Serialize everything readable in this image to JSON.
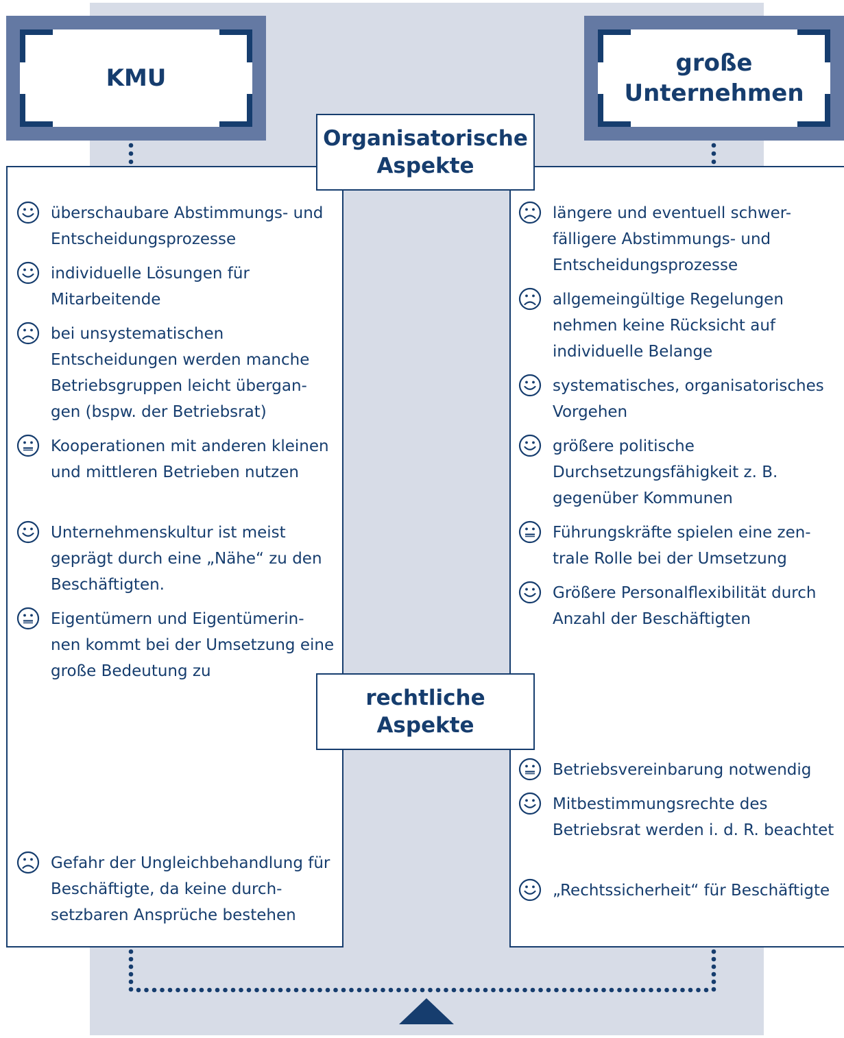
{
  "header_left": {
    "title": "KMU"
  },
  "header_right": {
    "title": "große\nUnternehmen"
  },
  "section_org": {
    "label": "Organisatorische\nAspekte"
  },
  "section_legal": {
    "label": "rechtliche\nAspekte"
  },
  "kmu_org": [
    {
      "icon": "smile",
      "text": "überschaubare Abstimmungs- und Entscheidungsprozesse"
    },
    {
      "icon": "smile",
      "text": "individuelle Lösungen für Mitarbeitende"
    },
    {
      "icon": "frown",
      "text": "bei unsystematischen Entscheidungen werden manche Betriebsgruppen leicht übergan- gen (bspw. der Betriebsrat)"
    },
    {
      "icon": "neutral",
      "text": "Kooperationen mit anderen kleinen und mittleren Betrieben nutzen"
    },
    {
      "icon": "smile",
      "text": "Unternehmenskultur ist meist geprägt durch eine „Nähe“ zu den Beschäftigten."
    },
    {
      "icon": "neutral",
      "text": "Eigentümern und Eigentümerin- nen kommt bei der Umsetzung eine große Bedeutung zu"
    }
  ],
  "kmu_legal": [
    {
      "icon": "frown",
      "text": "Gefahr der Ungleichbehandlung für Beschäftigte, da keine durch- setzbaren Ansprüche bestehen"
    }
  ],
  "gu_org": [
    {
      "icon": "frown",
      "text": "längere und eventuell schwer- fälligere Abstimmungs- und Entscheidungsprozesse"
    },
    {
      "icon": "frown",
      "text": "allgemeingültige Regelungen nehmen keine Rücksicht auf individuelle Belange"
    },
    {
      "icon": "smile",
      "text": "systematisches, organisatorisches Vorgehen"
    },
    {
      "icon": "smile",
      "text": "größere politische Durchsetzungsfähigkeit z. B. gegenüber Kommunen"
    },
    {
      "icon": "neutral",
      "text": "Führungskräfte spielen eine zen- trale Rolle bei der Umsetzung"
    },
    {
      "icon": "smile",
      "text": "Größere Personalflexibilität durch Anzahl der Beschäftigten"
    }
  ],
  "gu_legal": [
    {
      "icon": "neutral",
      "text": "Betriebsvereinbarung notwendig"
    },
    {
      "icon": "smile",
      "text": "Mitbestimmungsrechte des Betriebsrat werden i. d. R. beachtet"
    },
    {
      "icon": "smile",
      "text": "„Rechtssicherheit“ für Beschäftigte"
    }
  ],
  "colors": {
    "navy": "#163d6e",
    "frame": "#6479a3",
    "background": "#d7dce7"
  }
}
